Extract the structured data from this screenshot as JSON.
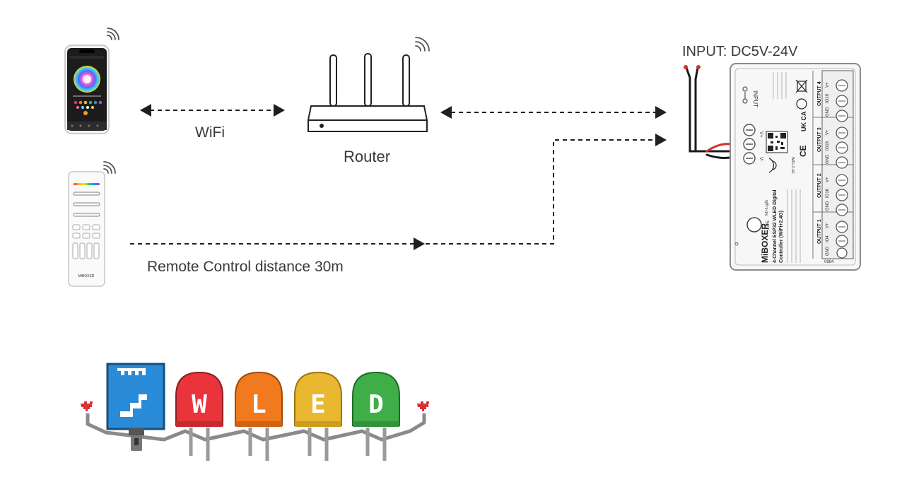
{
  "labels": {
    "wifi": "WiFi",
    "router": "Router",
    "remote": "Remote Control distance 30m",
    "input": "INPUT: DC5V-24V"
  },
  "controller": {
    "brand": "MiBOXER",
    "brand_sub": "Mi-Light",
    "model_title": "4-Channel ESP32 WLED Digital",
    "model_sub": "Controller (WiFi+2.4G)",
    "input_label": "INPUT",
    "set_label": "SET",
    "wifi_label": "WiFi+2.4G",
    "outputs": [
      {
        "name": "OUTPUT 1",
        "pins": [
          "GND",
          "IO4",
          "V+"
        ]
      },
      {
        "name": "OUTPUT 2",
        "pins": [
          "GND",
          "IO16",
          "V+"
        ]
      },
      {
        "name": "OUTPUT 3",
        "pins": [
          "GND",
          "IO18",
          "V+"
        ]
      },
      {
        "name": "OUTPUT 4",
        "pins": [
          "GND",
          "IO19",
          "V+"
        ]
      }
    ],
    "v_plus": "V+",
    "v_minus": "V-",
    "serial": "0884",
    "mark_uk": "UK CA",
    "mark_ce": "CE"
  },
  "remote": {
    "brand": "MiBOXER"
  },
  "logo": {
    "letters": [
      "W",
      "L",
      "E",
      "D"
    ]
  },
  "colors": {
    "line": "#1f1f1f",
    "wled_red": "#e8343a",
    "wled_orange": "#f07a1d",
    "wled_yellow": "#e9b830",
    "wled_green": "#3fae49",
    "wled_blue": "#2a8bd8",
    "wire_red": "#d0342c"
  }
}
